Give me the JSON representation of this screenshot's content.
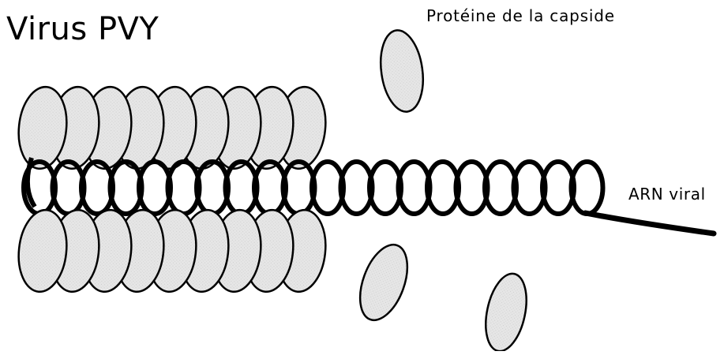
{
  "diagram": {
    "title": "Virus PVY",
    "labels": {
      "capsid_protein": "Protéine de la capside",
      "viral_rna": "ARN viral"
    },
    "elements": {
      "capsid_rows": 2,
      "capsids_per_row": 9,
      "free_capsid_proteins": 3,
      "rna_helix_turns": 20
    },
    "colors": {
      "capsid_fill": "#e4e4e4",
      "capsid_stroke": "#000000",
      "rna": "#000000",
      "background": "#ffffff"
    }
  }
}
